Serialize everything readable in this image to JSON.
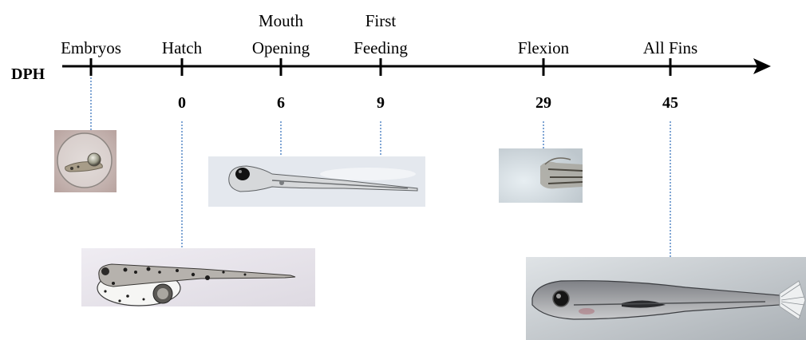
{
  "axis_label": "DPH",
  "stages": [
    {
      "id": "embryos",
      "label_lines": [
        "Embryos"
      ],
      "day": ""
    },
    {
      "id": "hatch",
      "label_lines": [
        "Hatch"
      ],
      "day": "0"
    },
    {
      "id": "mouth-opening",
      "label_lines": [
        "Mouth",
        "Opening"
      ],
      "day": "6"
    },
    {
      "id": "first-feeding",
      "label_lines": [
        "First",
        "Feeding"
      ],
      "day": "9"
    },
    {
      "id": "flexion",
      "label_lines": [
        "Flexion"
      ],
      "day": "29"
    },
    {
      "id": "all-fins",
      "label_lines": [
        "All Fins"
      ],
      "day": "45"
    }
  ],
  "photos": [
    {
      "id": "embryo",
      "subject": "embryo-in-chorion",
      "background": "#c9b7b4"
    },
    {
      "id": "hatchling",
      "subject": "yolk-sac-larva",
      "background": "#e8e4ea"
    },
    {
      "id": "larva",
      "subject": "early-larva",
      "background": "#e2e6ec"
    },
    {
      "id": "flexion",
      "subject": "tail-flexion-closeup",
      "background": "#c5cdd3"
    },
    {
      "id": "juvenile",
      "subject": "juvenile-fish",
      "background": "#c4c9cd"
    }
  ],
  "colors": {
    "axis": "#000000",
    "guide": "#4a7fc1"
  }
}
